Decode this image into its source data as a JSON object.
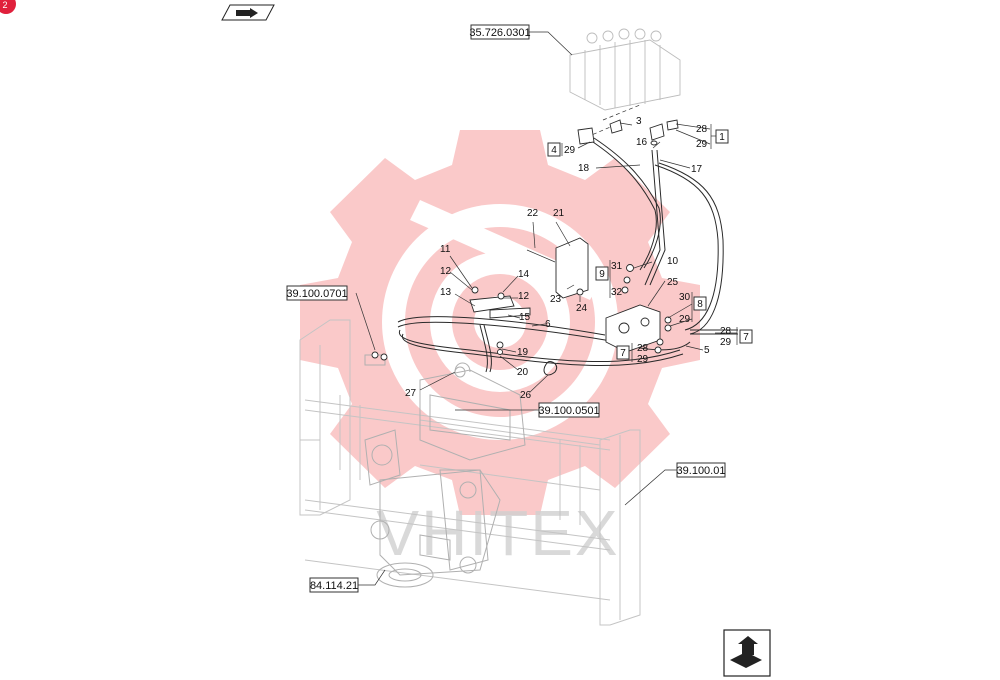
{
  "page_badge": "2",
  "watermark": {
    "text": "VHITEX",
    "color": "#f0595a"
  },
  "nav": {
    "prev_icon": "page-back-icon",
    "next_icon": "page-forward-icon"
  },
  "ref_labels": {
    "r1": "35.726.0301",
    "r2": "39.100.0701",
    "r3": "39.100.0501",
    "r4": "39.100.01",
    "r5": "84.114.21"
  },
  "part_numbers": {
    "n1": "1",
    "n2": "3",
    "n3": "28",
    "n4": "29",
    "n5": "4",
    "n6": "29",
    "n7": "16",
    "n8": "17",
    "n9": "18",
    "n10": "22",
    "n11": "21",
    "n12": "11",
    "n13": "12",
    "n14": "14",
    "n15": "12",
    "n16": "13",
    "n17": "15",
    "n18": "6",
    "n19": "23",
    "n20": "24",
    "n21": "31",
    "n22": "10",
    "n23": "9",
    "n24": "32",
    "n25": "25",
    "n26": "30",
    "n27": "8",
    "n28": "29",
    "n29": "28",
    "n30": "29",
    "n31": "7",
    "n32": "7",
    "n33": "28",
    "n34": "29",
    "n35": "5",
    "n36": "19",
    "n37": "20",
    "n38": "26",
    "n39": "27"
  }
}
